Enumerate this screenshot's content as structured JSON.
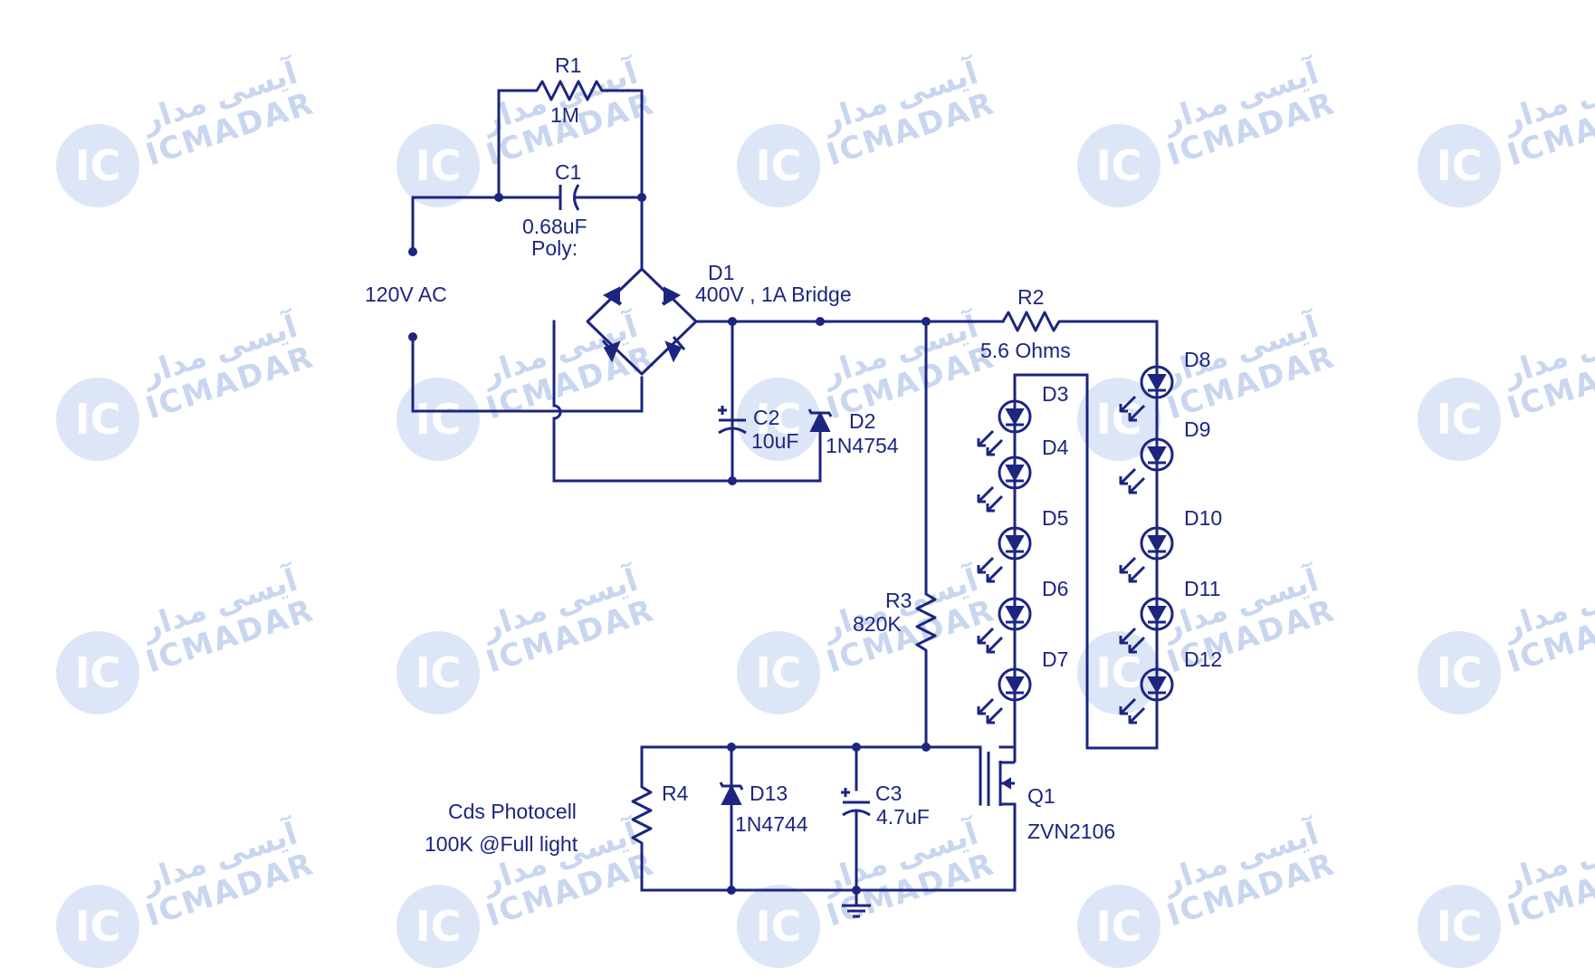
{
  "watermark": {
    "brand": "ICMADAR",
    "persian": "آیسی مدار",
    "logo_text": "IC"
  },
  "colors": {
    "ink": "#1c2580",
    "watermark": "#c9d6ef"
  },
  "labels": {
    "r1_name": "R1",
    "r1_value": "1M",
    "c1_name": "C1",
    "c1_value": "0.68uF",
    "c1_type": "Poly:",
    "source": "120V AC",
    "d1_name": "D1",
    "d1_value": "400V , 1A Bridge",
    "r2_name": "R2",
    "r2_value": "5.6  Ohms",
    "c2_name": "C2",
    "c2_value": "10uF",
    "d2_name": "D2",
    "d2_value": "1N4754",
    "r3_name": "R3",
    "r3_value": "820K",
    "r4_name": "R4",
    "photocell_line1": "Cds Photocell",
    "photocell_line2": "100K @Full light",
    "d13_name": "D13",
    "d13_value": "1N4744",
    "c3_name": "C3",
    "c3_value": "4.7uF",
    "q1_name": "Q1",
    "q1_value": "ZVN2106",
    "leds_left": [
      "D3",
      "D4",
      "D5",
      "D6",
      "D7"
    ],
    "leds_right": [
      "D8",
      "D9",
      "D10",
      "D11",
      "D12"
    ]
  }
}
